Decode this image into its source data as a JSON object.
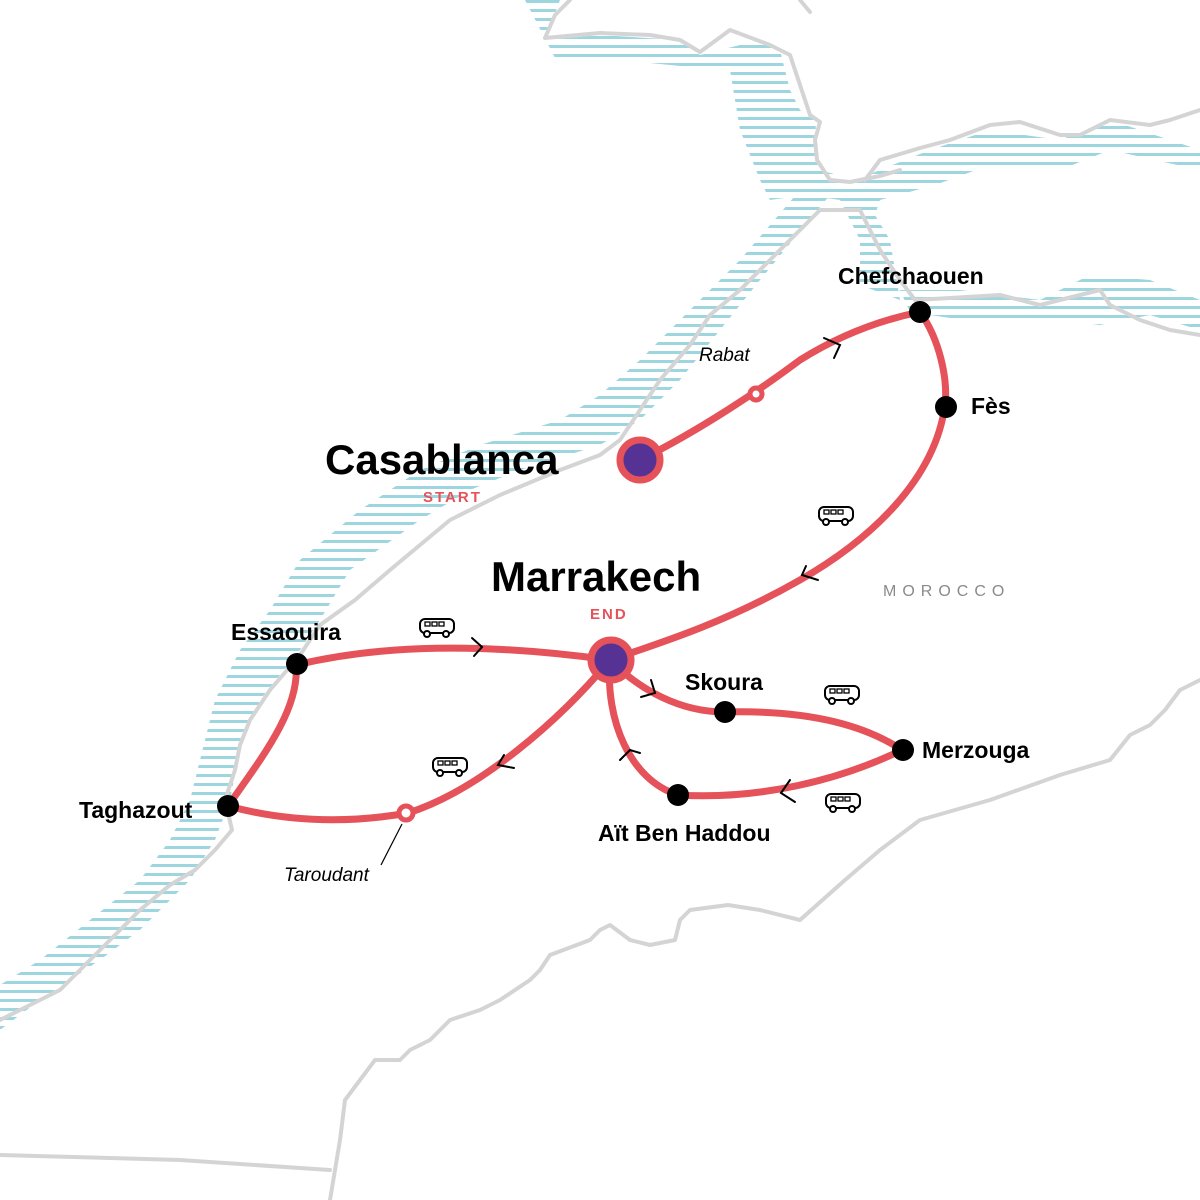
{
  "colors": {
    "route": "#e5525a",
    "endpoint_fill": "#553293",
    "stop_dot": "#000000",
    "border": "#d4d4d4",
    "water_hatch": "#9ed6e0",
    "country_label": "#8a8a8a",
    "background": "#ffffff"
  },
  "country": {
    "label": "MOROCCO"
  },
  "start": {
    "city": "Casablanca",
    "tag": "START"
  },
  "end": {
    "city": "Marrakech",
    "tag": "END"
  },
  "stops": [
    {
      "name": "Chefchaouen",
      "type": "overnight"
    },
    {
      "name": "Fès",
      "type": "overnight"
    },
    {
      "name": "Skoura",
      "type": "overnight"
    },
    {
      "name": "Merzouga",
      "type": "overnight"
    },
    {
      "name": "Aït Ben Haddou",
      "type": "overnight"
    },
    {
      "name": "Essaouira",
      "type": "overnight"
    },
    {
      "name": "Taghazout",
      "type": "overnight"
    }
  ],
  "waypoints": [
    {
      "name": "Rabat",
      "type": "pass-through"
    },
    {
      "name": "Taroudant",
      "type": "pass-through"
    }
  ],
  "transport_icons": [
    {
      "icon": "bus-icon",
      "segment": "Fès to Marrakech"
    },
    {
      "icon": "bus-icon",
      "segment": "Marrakech to Skoura/Merzouga"
    },
    {
      "icon": "bus-icon",
      "segment": "Merzouga to Aït Ben Haddou"
    },
    {
      "icon": "bus-icon",
      "segment": "Essaouira to Marrakech"
    },
    {
      "icon": "bus-icon",
      "segment": "Marrakech to Taroudant"
    }
  ]
}
